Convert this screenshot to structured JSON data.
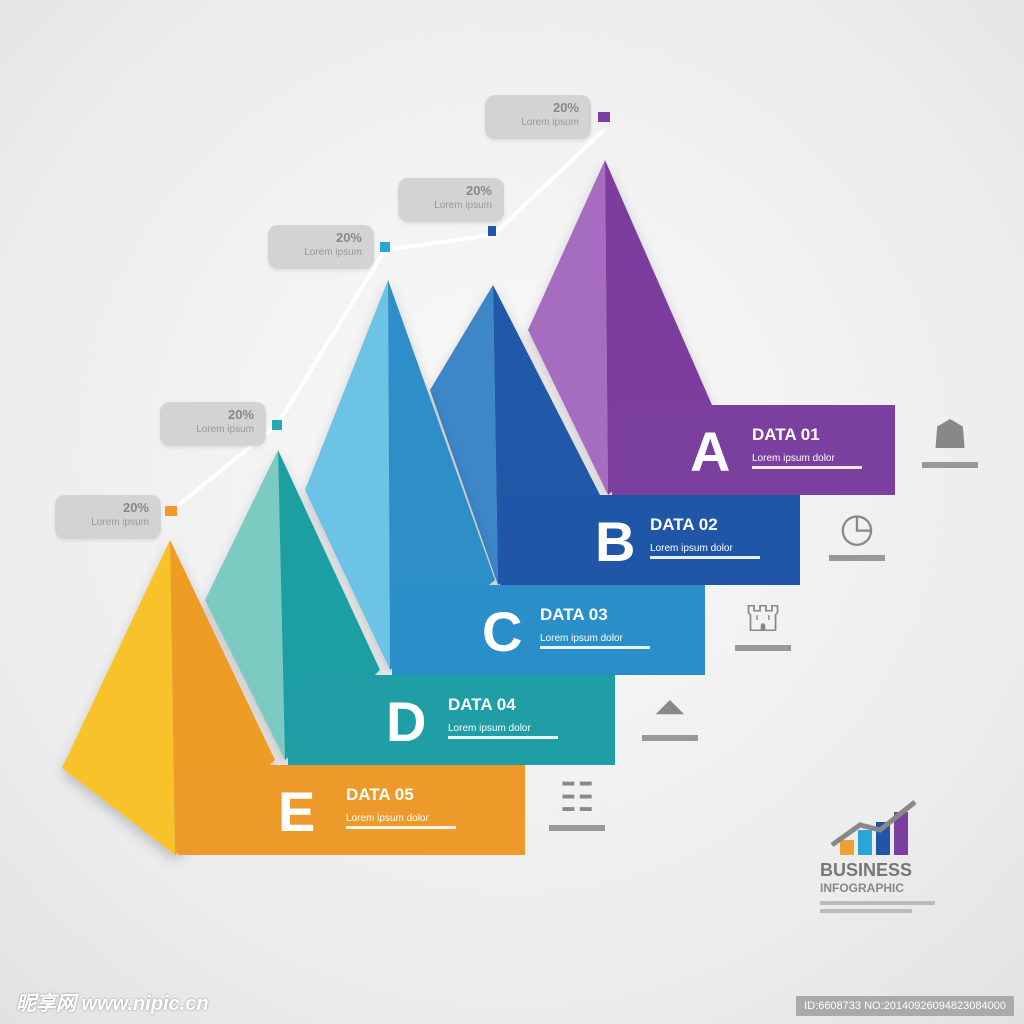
{
  "levels": [
    {
      "letter": "A",
      "title": "DATA 01",
      "desc": "Lorem ipsum dolor",
      "color": "#7b3fa0",
      "callout_value": "20%",
      "callout_sub": "Lorem ipsum"
    },
    {
      "letter": "B",
      "title": "DATA 02",
      "desc": "Lorem ipsum dolor",
      "color": "#2056a8",
      "callout_value": "20%",
      "callout_sub": "Lorem ipsum"
    },
    {
      "letter": "C",
      "title": "DATA 03",
      "desc": "Lorem ipsum dolor",
      "color": "#2a8fc9",
      "callout_value": "20%",
      "callout_sub": "Lorem ipsum"
    },
    {
      "letter": "D",
      "title": "DATA 04",
      "desc": "Lorem ipsum dolor",
      "color": "#1f9fa5",
      "callout_value": "20%",
      "callout_sub": "Lorem ipsum"
    },
    {
      "letter": "E",
      "title": "DATA 05",
      "desc": "Lorem ipsum dolor",
      "color": "#ee9a2a",
      "callout_value": "20%",
      "callout_sub": "Lorem ipsum"
    }
  ],
  "logo": {
    "title": "BUSINESS",
    "subtitle": "INFOGRAPHIC"
  },
  "watermark": "昵享网 www.nipic.cn",
  "image_id": "ID:6608733 NO:20140926094823084000"
}
